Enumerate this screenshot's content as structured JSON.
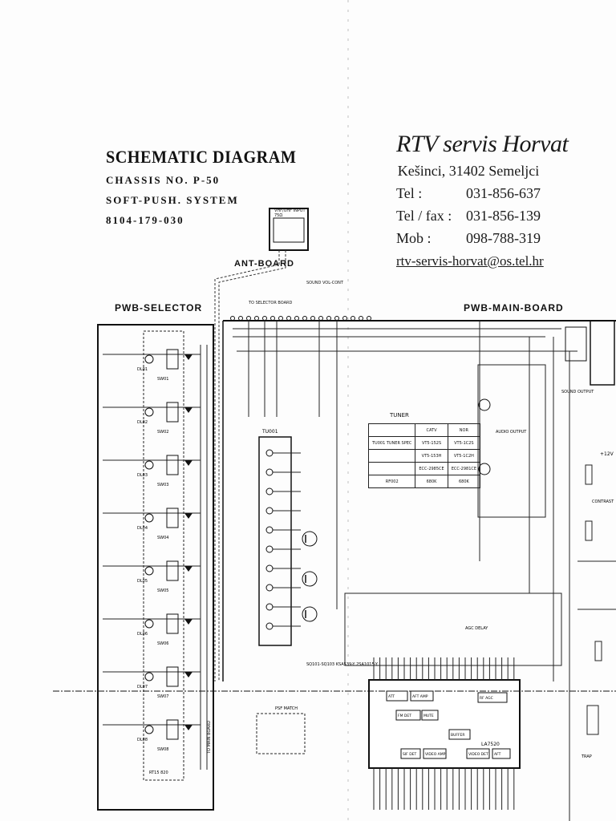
{
  "header": {
    "title": "SCHEMATIC DIAGRAM",
    "chassis": "CHASSIS NO.  P-50",
    "system": "SOFT-PUSH. SYSTEM",
    "part_no": "8104-179-030"
  },
  "stamp": {
    "shop": "RTV servis Horvat",
    "address": "Kešinci, 31402 Semeljci",
    "tel_label": "Tel :",
    "tel": "031-856-637",
    "fax_label": "Tel / fax :",
    "fax": "031-856-139",
    "mob_label": "Mob :",
    "mob": "098-788-319",
    "email": "rtv-servis-horvat@os.tel.hr"
  },
  "boards": {
    "ant": "ANT-BOARD",
    "selector": "PWB-SELECTOR",
    "main": "PWB-MAIN-BOARD",
    "to_selector": "TO SELECTOR BOARD",
    "sound_vol": "SOUND VOL-CONT",
    "vhf_uhf": "VHF/UHF INPUT 75Ω",
    "to_main": "TO MAIN BOARD"
  },
  "tuner_table": {
    "title": "TUNER",
    "headers": [
      "",
      "CATV",
      "NOR"
    ],
    "rows": [
      [
        "TU001 TUNER SPEC",
        "VT5-152S",
        "VT5-1C2S"
      ],
      [
        "",
        "VT5-153H",
        "VT5-1C2H"
      ],
      [
        "",
        "ECC-2985CE",
        "ECC-2981CE"
      ],
      [
        "RF002",
        "680K",
        "680K"
      ]
    ]
  },
  "components": {
    "tuner": "TU001",
    "ic_main": "LA7520",
    "transistors_note": "SQ101-SQ103 KSA539-Y 2SA1015-Y",
    "psf": "PSF MATCH",
    "ic_blocks": [
      "ATT",
      "AFT AMP",
      "FM DET",
      "MUTE",
      "RF AGC",
      "BUFFER",
      "SIF DET",
      "VIDEO AMP",
      "VIDEO DET",
      "AFT"
    ],
    "selector_parts": [
      "SW01",
      "SW02",
      "SW03",
      "SW04",
      "SW05",
      "SW06",
      "SW07",
      "SW08"
    ],
    "leds": [
      "DL01",
      "DL02",
      "DL03",
      "DL04",
      "DL05",
      "DL06",
      "DL07",
      "DL08"
    ],
    "audio_output": "AUDIO OUTPUT",
    "sound_output": "SOUND OUTPUT",
    "contrast": "CONTRAST",
    "acc_delay": "AGC DELAY",
    "rtis": "RT15 820",
    "trap": "TRAP",
    "plus12v": "+12V"
  }
}
